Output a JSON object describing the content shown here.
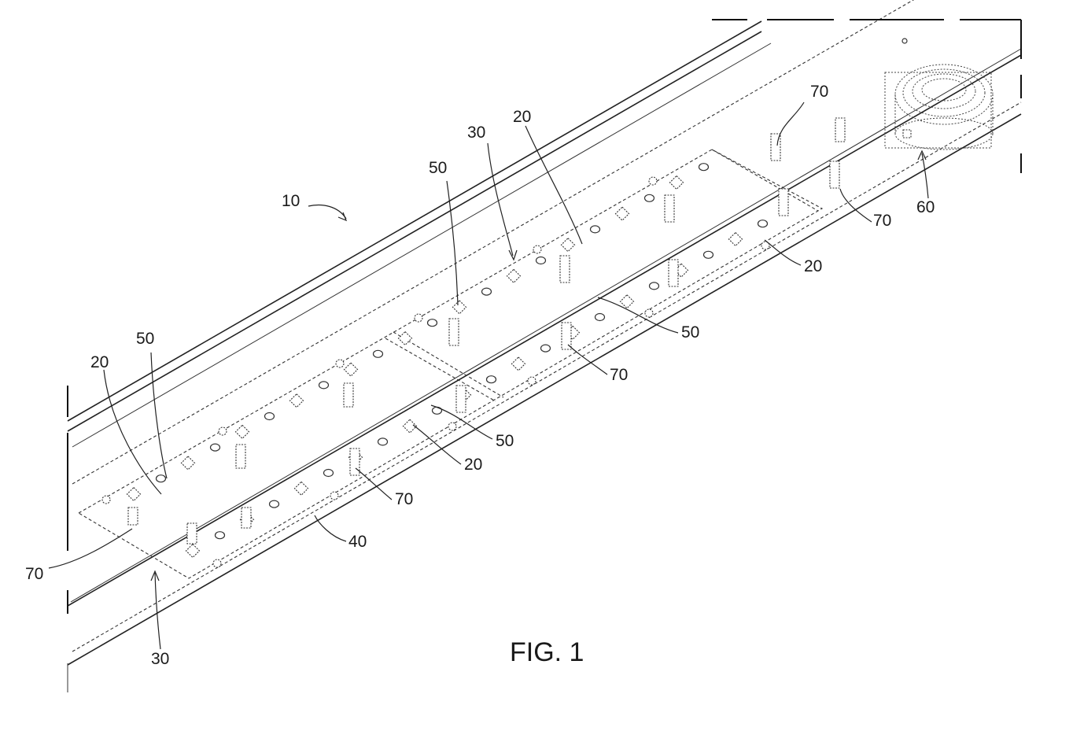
{
  "figure": {
    "caption": "FIG. 1",
    "reference_numerals": [
      "10",
      "20",
      "30",
      "40",
      "50",
      "60",
      "70"
    ]
  },
  "labels": {
    "ref10": "10",
    "ref20_top": "20",
    "ref30_top": "30",
    "ref50_top": "50",
    "ref70_top": "70",
    "ref60": "60",
    "ref70_right": "70",
    "ref20_right": "20",
    "ref50_right": "50",
    "ref70_mid": "70",
    "ref50_mid": "50",
    "ref20_mid": "20",
    "ref70_low": "70",
    "ref40": "40",
    "ref50_left": "50",
    "ref20_left": "20",
    "ref70_left": "70",
    "ref30_bottom": "30"
  }
}
